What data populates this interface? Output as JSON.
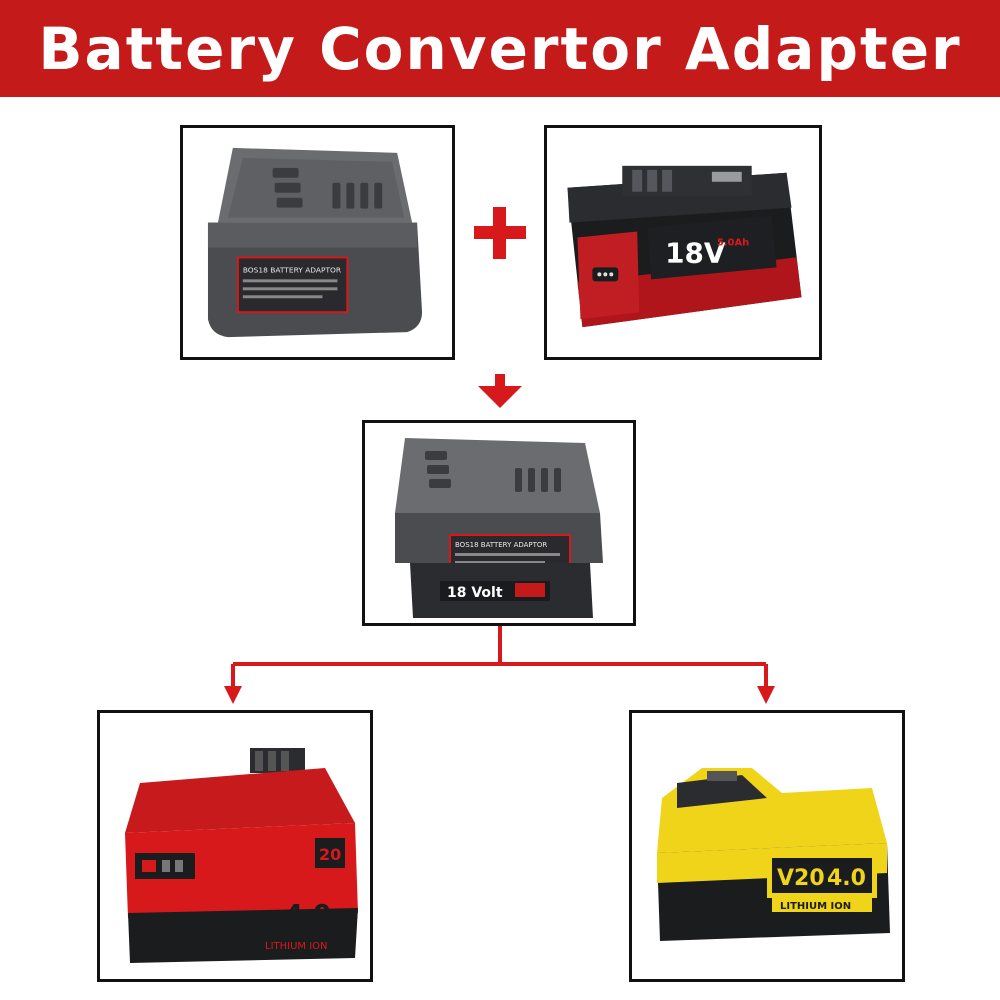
{
  "title": "Battery Convertor Adapter",
  "colors": {
    "banner": "#c41a1a",
    "accent_red": "#d8191c",
    "frame": "#111111"
  },
  "icons": [
    "plus-icon",
    "arrow-down-icon",
    "arrow-down-left-icon",
    "arrow-down-right-icon"
  ],
  "adapter_top": {
    "label_line1": "BOS18 BATTERY ADAPTOR"
  },
  "bosch_battery": {
    "voltage": "18V",
    "capacity": "5.0Ah"
  },
  "combined": {
    "label_line1": "BOS18 BATTERY ADAPTOR",
    "voltage": "18 Volt"
  },
  "craftsman_battery": {
    "capacity": "4.0",
    "series": "20",
    "chemistry": "LITHIUM ION"
  },
  "stanley_battery": {
    "series": "V20",
    "capacity": "4.0",
    "chemistry": "LITHIUM ION"
  }
}
